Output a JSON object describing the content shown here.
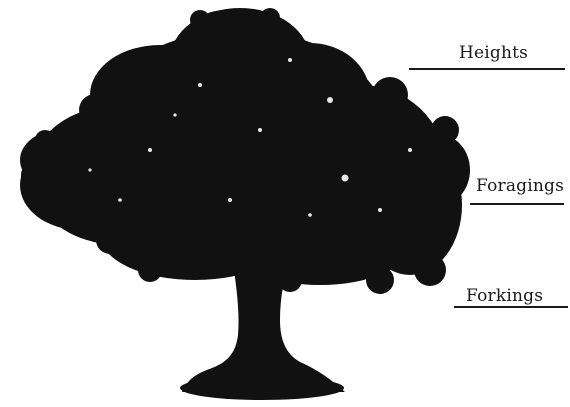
{
  "labels": {
    "heights": "Heights",
    "foragings": "Foragings",
    "forkings": "Forkings"
  },
  "colors": {
    "tree": "#111111",
    "text": "#1a1a1a",
    "background": "#ffffff"
  },
  "illustration": {
    "icon": "tree-silhouette-icon"
  }
}
